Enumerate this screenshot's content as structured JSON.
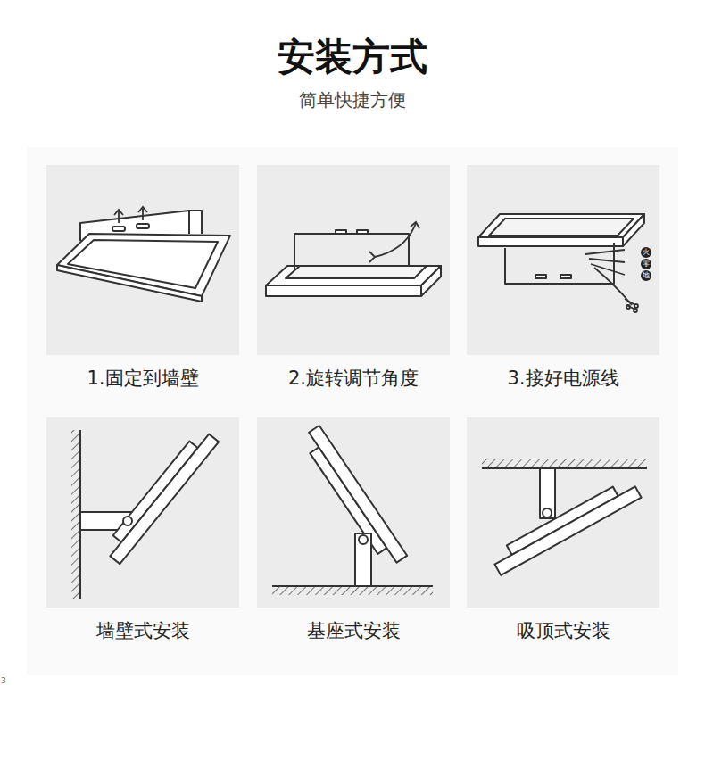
{
  "diagram": {
    "title": "安装方式",
    "nodes": [
      {
        "text": [
          "1.固定到墙壁"
        ]
      },
      {
        "text": [
          "2.旋转调节角度"
        ]
      },
      {
        "text": [
          "3.接好电源线"
        ]
      },
      {
        "text": [
          "墙壁式安装"
        ]
      },
      {
        "text": [
          "基座式安装"
        ]
      },
      {
        "text": [
          "吸顶式安装"
        ]
      }
    ],
    "labels": [
      "简单快捷方便",
      "火",
      "零",
      "地",
      "3"
    ]
  }
}
